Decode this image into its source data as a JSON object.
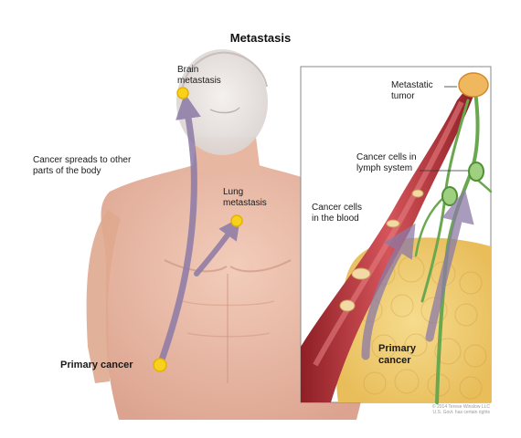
{
  "title": "Metastasis",
  "labels": {
    "brain": [
      "Brain",
      "metastasis"
    ],
    "spread": [
      "Cancer spreads to other",
      "parts of the body"
    ],
    "lung": [
      "Lung",
      "metastasis"
    ],
    "primary_left": "Primary cancer",
    "metastatic_tumor": [
      "Metastatic",
      "tumor"
    ],
    "lymph": [
      "Cancer cells in",
      "lymph system"
    ],
    "blood": [
      "Cancer cells",
      "in the blood"
    ],
    "primary_right": [
      "Primary",
      "cancer"
    ]
  },
  "credit": [
    "© 2014 Terese Winslow LLC",
    "U.S. Govt. has certain rights"
  ],
  "colors": {
    "skin": "#e8b6a2",
    "arrow": "#8c7aa6",
    "vessel": "#b8343a",
    "lymph": "#6aa84f",
    "fat": "#f2d27a",
    "tumor_dot": "#f7d21c"
  }
}
